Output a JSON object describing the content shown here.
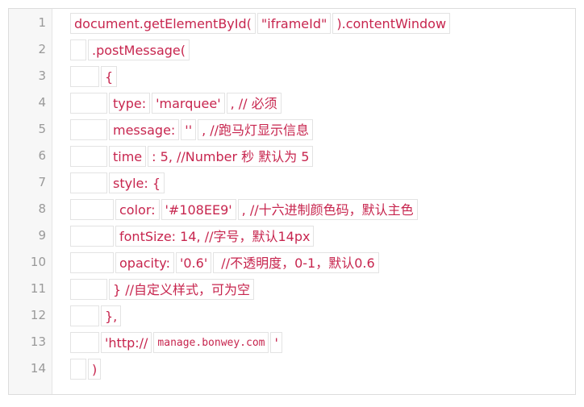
{
  "line_numbers": [
    "1",
    "2",
    "3",
    "4",
    "5",
    "6",
    "7",
    "8",
    "9",
    "10",
    "11",
    "12",
    "13",
    "14"
  ],
  "lines": [
    {
      "indent": 0,
      "segments": [
        "document.getElementById(",
        "\"iframeId\"",
        ").contentWindow"
      ]
    },
    {
      "indent": 20,
      "segments": [
        ".postMessage("
      ]
    },
    {
      "indent": 36,
      "segments": [
        "{"
      ]
    },
    {
      "indent": 46,
      "segments": [
        "type:",
        "'marquee'",
        ", // 必须"
      ]
    },
    {
      "indent": 46,
      "segments": [
        "message:",
        "''",
        ", //跑马灯显示信息"
      ]
    },
    {
      "indent": 46,
      "segments": [
        "time",
        ": 5, //Number 秒 默认为 5"
      ]
    },
    {
      "indent": 46,
      "segments": [
        "style: {"
      ]
    },
    {
      "indent": 54,
      "segments": [
        "color:",
        "'#108EE9'",
        ", //十六进制颜色码，默认主色"
      ]
    },
    {
      "indent": 54,
      "segments": [
        "fontSize: 14, //字号，默认14px"
      ]
    },
    {
      "indent": 54,
      "segments": [
        "opacity:",
        "'0.6'",
        " //不透明度，0-1，默认0.6"
      ]
    },
    {
      "indent": 46,
      "segments": [
        "} //自定义样式，可为空"
      ]
    },
    {
      "indent": 36,
      "segments": [
        "},"
      ]
    },
    {
      "indent": 36,
      "segments": [
        "'http://",
        "manage.bonwey.com",
        "'"
      ]
    },
    {
      "indent": 20,
      "segments": [
        ")"
      ]
    }
  ]
}
